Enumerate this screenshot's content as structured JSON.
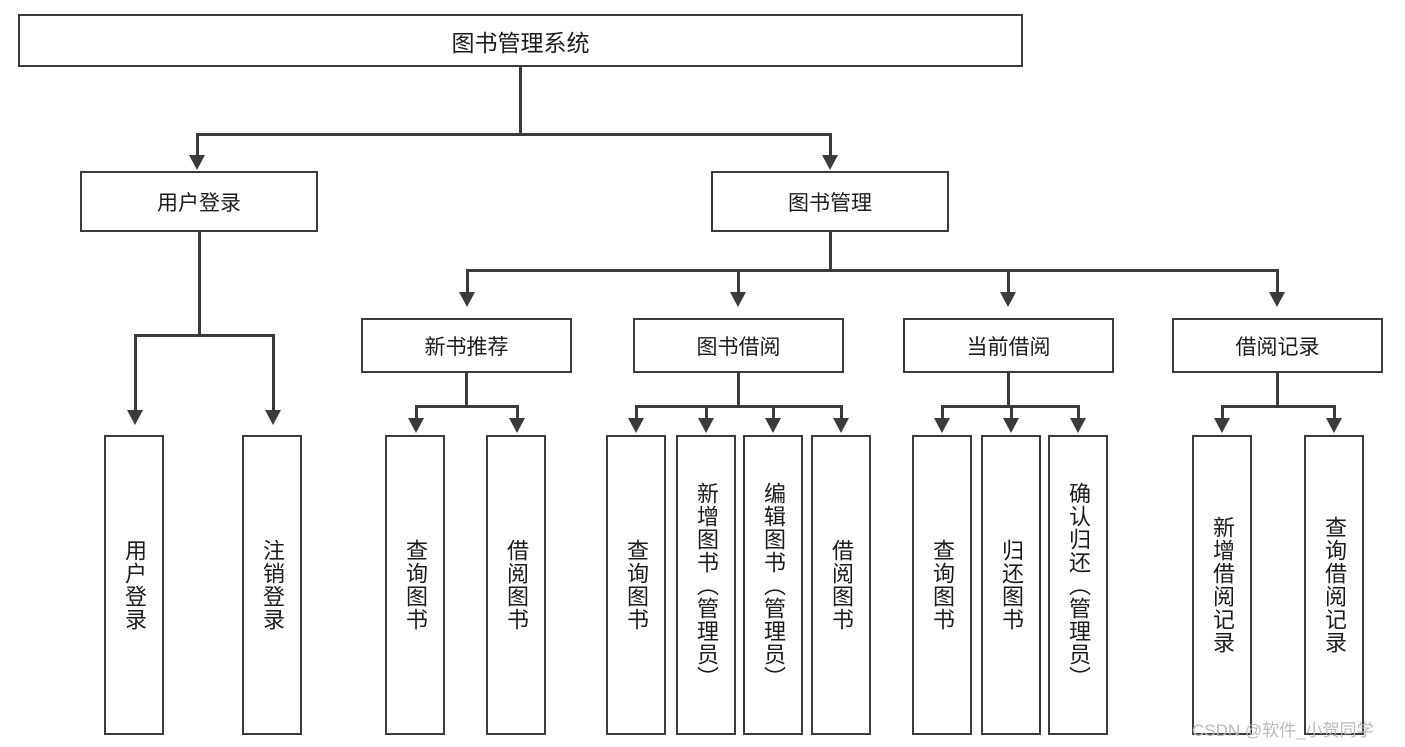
{
  "diagram": {
    "type": "tree-hierarchy",
    "title": "图书管理系统",
    "root": {
      "label": "图书管理系统"
    },
    "tier1": [
      {
        "label": "用户登录"
      },
      {
        "label": "图书管理"
      }
    ],
    "tier2": [
      {
        "label": "新书推荐"
      },
      {
        "label": "图书借阅"
      },
      {
        "label": "当前借阅"
      },
      {
        "label": "借阅记录"
      }
    ],
    "leaves": {
      "user_login": [
        {
          "label": "用户登录"
        },
        {
          "label": "注销登录"
        }
      ],
      "new_book_recommend": [
        {
          "label": "查询图书"
        },
        {
          "label": "借阅图书"
        }
      ],
      "book_borrow": [
        {
          "label": "查询图书"
        },
        {
          "label": "新增图书（管理员）"
        },
        {
          "label": "编辑图书（管理员）"
        },
        {
          "label": "借阅图书"
        }
      ],
      "current_borrow": [
        {
          "label": "查询图书"
        },
        {
          "label": "归还图书"
        },
        {
          "label": "确认归还（管理员）"
        }
      ],
      "borrow_record": [
        {
          "label": "新增借阅记录"
        },
        {
          "label": "查询借阅记录"
        }
      ]
    }
  },
  "watermark": {
    "text": "CSDN @软件_小贺同学"
  },
  "colors": {
    "border": "#3b3b3b",
    "box_fill": "#ffffff",
    "text": "#1b1b1b",
    "watermark": "#b9b9b9",
    "background": "#ffffff"
  }
}
